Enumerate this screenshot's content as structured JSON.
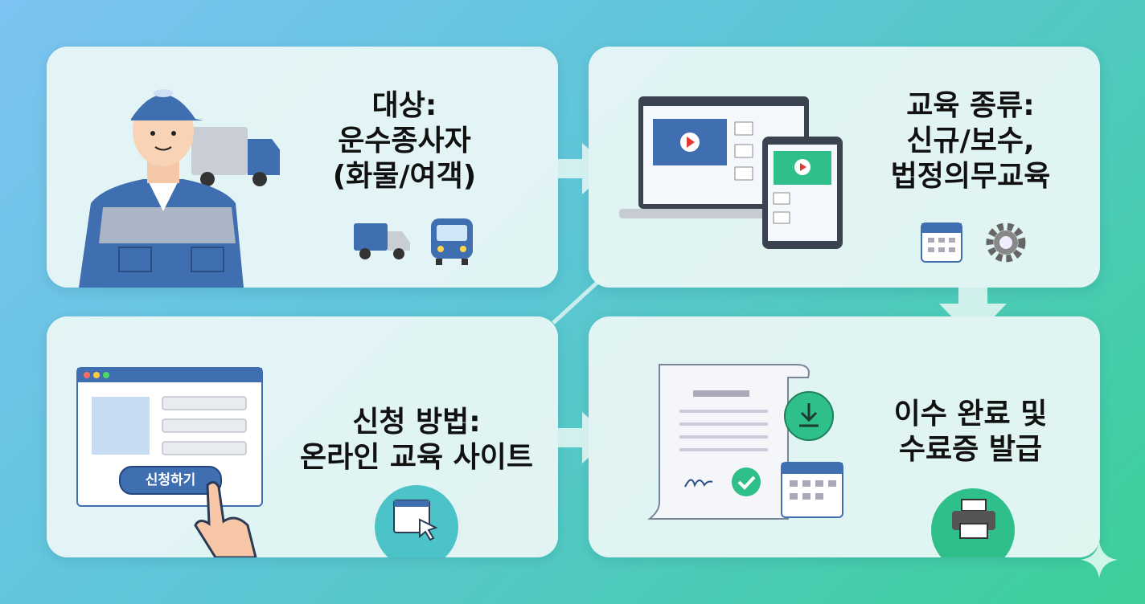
{
  "cards": [
    {
      "title_lines": [
        "대상:",
        "운수종사자",
        "(화물/여객)"
      ]
    },
    {
      "title_lines": [
        "교육 종류:",
        "신규/보수,",
        "법정의무교육"
      ]
    },
    {
      "title_lines": [
        "신청 방법:",
        "온라인 교육 사이트"
      ],
      "button_label": "신청하기"
    },
    {
      "title_lines": [
        "이수 완료 및",
        "수료증 발급"
      ]
    }
  ],
  "colors": {
    "primary_blue": "#3f6fb0",
    "accent_green": "#2fbf8a",
    "teal": "#4cc3c9"
  }
}
